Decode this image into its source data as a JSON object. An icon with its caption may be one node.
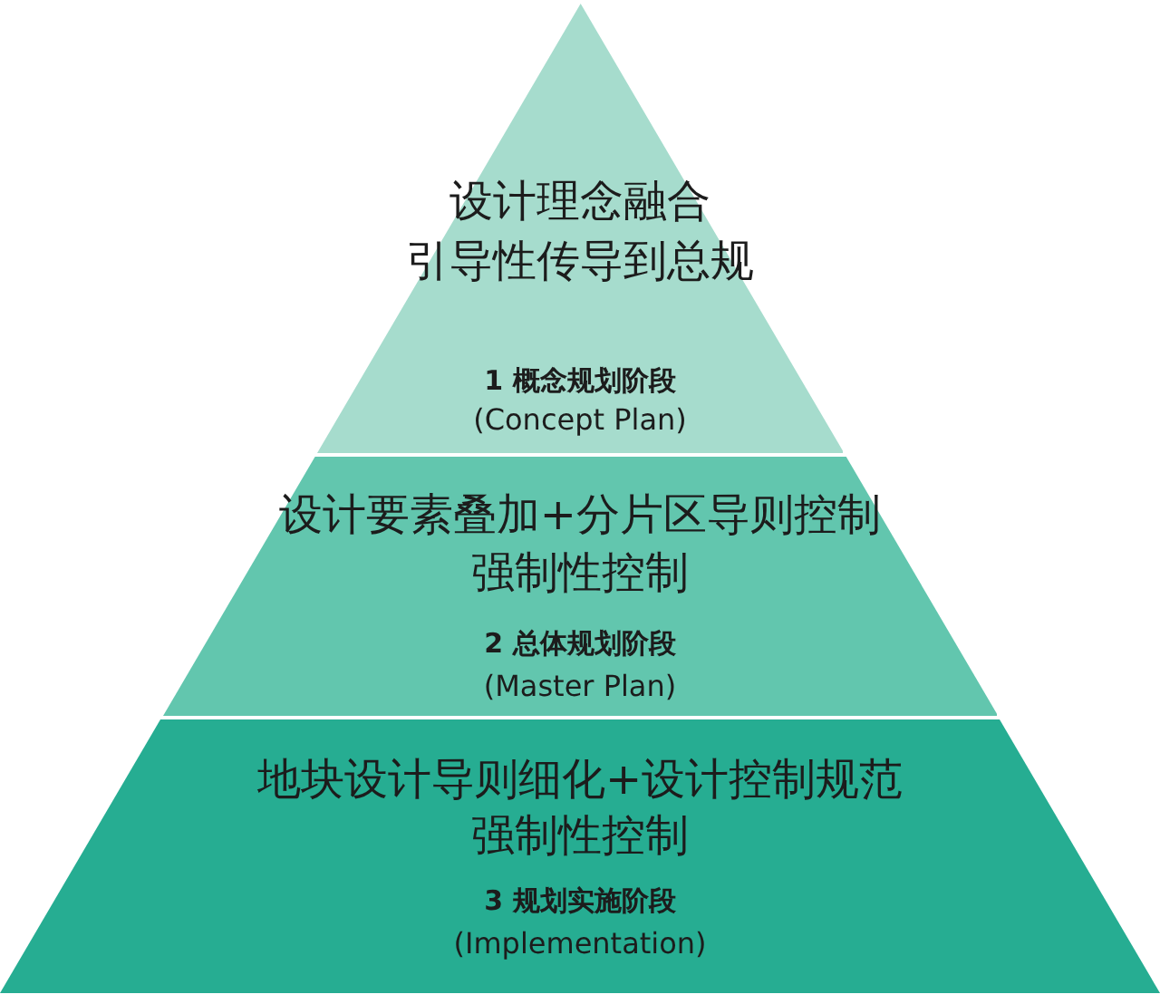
{
  "diagram": {
    "nodes": [
      {
        "text": [
          "设计理念融合",
          "引导性传导到总规",
          "1 概念规划阶段",
          "(Concept Plan)"
        ]
      },
      {
        "text": [
          "设计要素叠加+分片区导则控制",
          "强制性控制",
          "2 总体规划阶段",
          "(Master Plan)"
        ]
      },
      {
        "text": [
          "地块设计导则细化+设计控制规范",
          "强制性控制",
          "3 规划实施阶段",
          "(Implementation)"
        ]
      }
    ]
  }
}
